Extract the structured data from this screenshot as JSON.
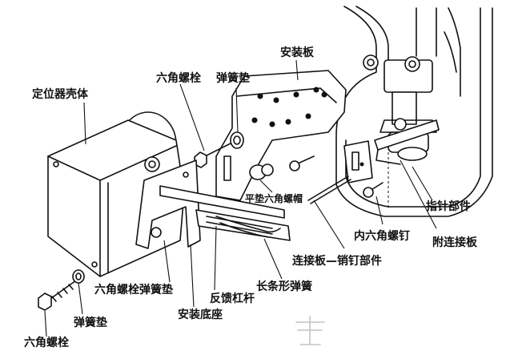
{
  "labels": {
    "housing": "定位器壳体",
    "hex_bolt_top": "六角螺栓",
    "spring_washer_top": "弹簧垫",
    "mounting_plate": "安装板",
    "flat_washer_hex_nut": "平垫六角螺帽",
    "pointer_part": "指针部件",
    "socket_screw": "内六角螺钉",
    "attached_plate": "附连接板",
    "connector_pin_part": "连接板—销钉部件",
    "hex_bolt_spring_washer": "六角螺栓弹簧垫",
    "long_spring": "长条形弹簧",
    "feedback_lever": "反馈杠杆",
    "mounting_base": "安装底座",
    "spring_washer_bottom": "弹簧垫",
    "hex_bolt_bottom": "六角螺栓"
  }
}
